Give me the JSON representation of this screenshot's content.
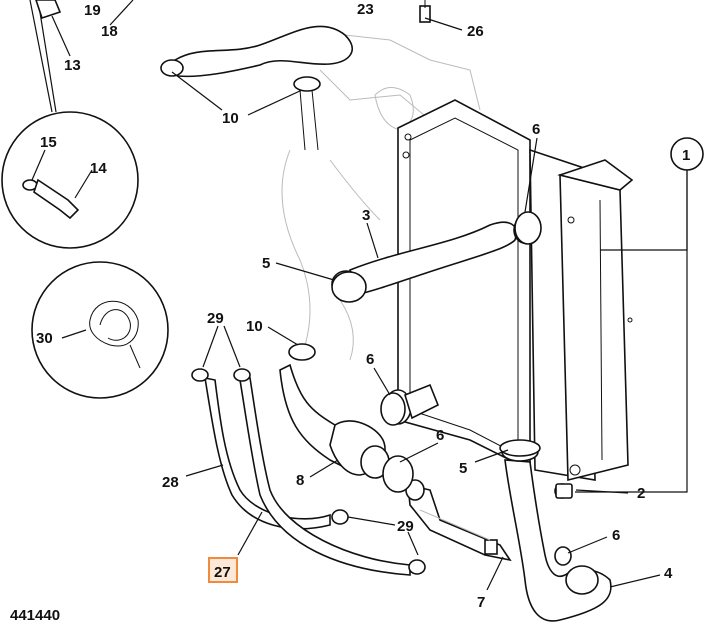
{
  "diagram": {
    "reference_number": "441440",
    "highlight_color": "#f08a3c",
    "labels": [
      {
        "id": "l19",
        "text": "19"
      },
      {
        "id": "l18",
        "text": "18"
      },
      {
        "id": "l23",
        "text": "23"
      },
      {
        "id": "l26",
        "text": "26"
      },
      {
        "id": "l13",
        "text": "13"
      },
      {
        "id": "l10a",
        "text": "10"
      },
      {
        "id": "l15",
        "text": "15"
      },
      {
        "id": "l14",
        "text": "14"
      },
      {
        "id": "l6a",
        "text": "6"
      },
      {
        "id": "l1",
        "text": "1"
      },
      {
        "id": "l3",
        "text": "3"
      },
      {
        "id": "l5a",
        "text": "5"
      },
      {
        "id": "l29a",
        "text": "29"
      },
      {
        "id": "l10b",
        "text": "10"
      },
      {
        "id": "l30",
        "text": "30"
      },
      {
        "id": "l6b",
        "text": "6"
      },
      {
        "id": "l6c",
        "text": "6"
      },
      {
        "id": "l5b",
        "text": "5"
      },
      {
        "id": "l28",
        "text": "28"
      },
      {
        "id": "l8",
        "text": "8"
      },
      {
        "id": "l2",
        "text": "2"
      },
      {
        "id": "l29b",
        "text": "29"
      },
      {
        "id": "l6d",
        "text": "6"
      },
      {
        "id": "l27",
        "text": "27"
      },
      {
        "id": "l4",
        "text": "4"
      },
      {
        "id": "l7",
        "text": "7"
      }
    ]
  }
}
